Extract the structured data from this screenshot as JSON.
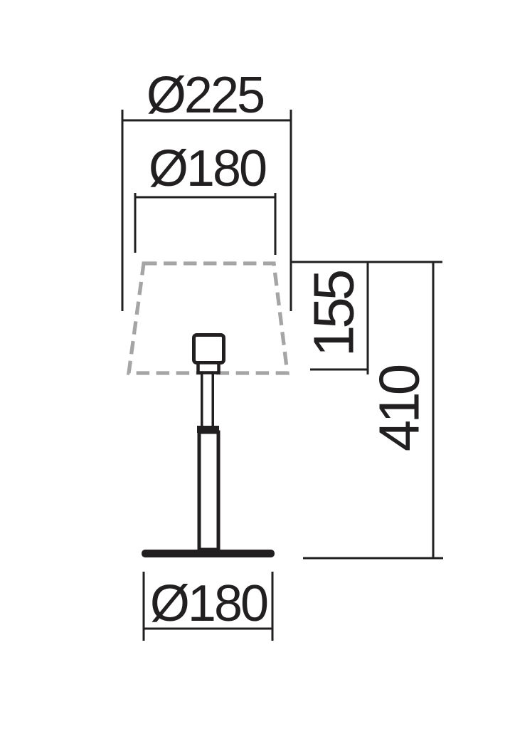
{
  "diagram": {
    "type": "technical-dimension-drawing",
    "subject": "table lamp elevation with shade, stem and base",
    "labels": {
      "shade_bottom_diameter": "Ø225",
      "shade_top_diameter": "Ø180",
      "shade_height": "155",
      "total_height": "410",
      "base_diameter": "Ø180"
    },
    "colors": {
      "line": "#221f20",
      "shade_dashed": "#a5a5a5",
      "background": "#ffffff"
    }
  }
}
